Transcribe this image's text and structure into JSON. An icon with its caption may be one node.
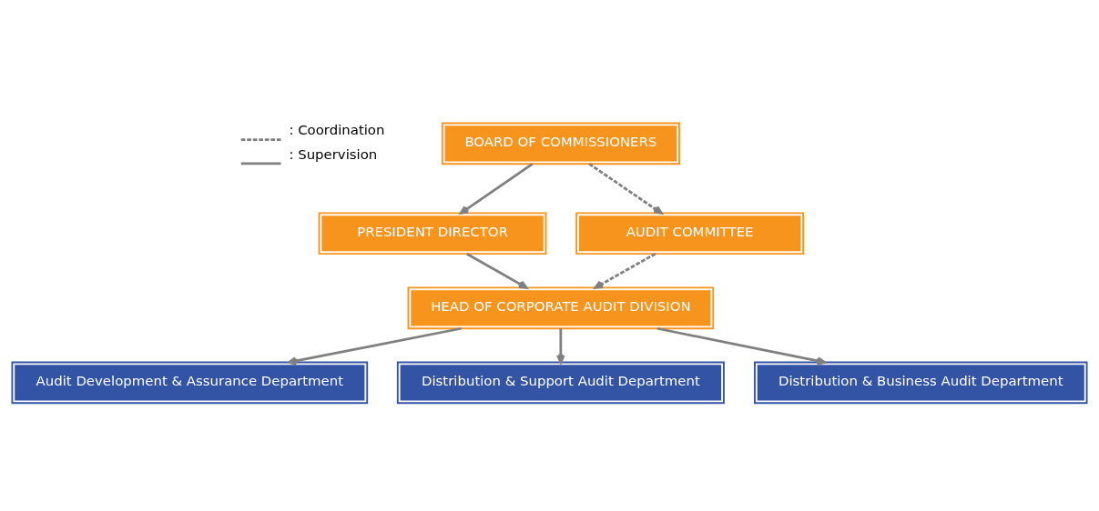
{
  "diagram": {
    "nodes": [
      {
        "text": [
          "BOARD OF COMMISSIONERS"
        ]
      },
      {
        "text": [
          "PRESIDENT DIRECTOR"
        ]
      },
      {
        "text": [
          "AUDIT COMMITTEE"
        ]
      },
      {
        "text": [
          "HEAD OF CORPORATE AUDIT DIVISION"
        ]
      },
      {
        "text": [
          "Audit Development & Assurance Department"
        ]
      },
      {
        "text": [
          "Distribution & Support Audit Department"
        ]
      },
      {
        "text": [
          "Distribution & Business Audit Department"
        ]
      }
    ],
    "edges": [
      {
        "from": 0,
        "to": 1,
        "arrow": "to"
      },
      {
        "from": 0,
        "to": 2,
        "arrow": "to",
        "style": "dashed"
      },
      {
        "from": 1,
        "to": 3,
        "arrow": "to"
      },
      {
        "from": 2,
        "to": 3,
        "arrow": "to",
        "style": "dashed"
      },
      {
        "from": 3,
        "to": 4,
        "arrow": "to"
      },
      {
        "from": 3,
        "to": 5,
        "arrow": "to"
      },
      {
        "from": 3,
        "to": 6,
        "arrow": "to"
      }
    ],
    "legend": [
      {
        "text": ": Coordination"
      },
      {
        "text": ": Supervision"
      }
    ]
  }
}
